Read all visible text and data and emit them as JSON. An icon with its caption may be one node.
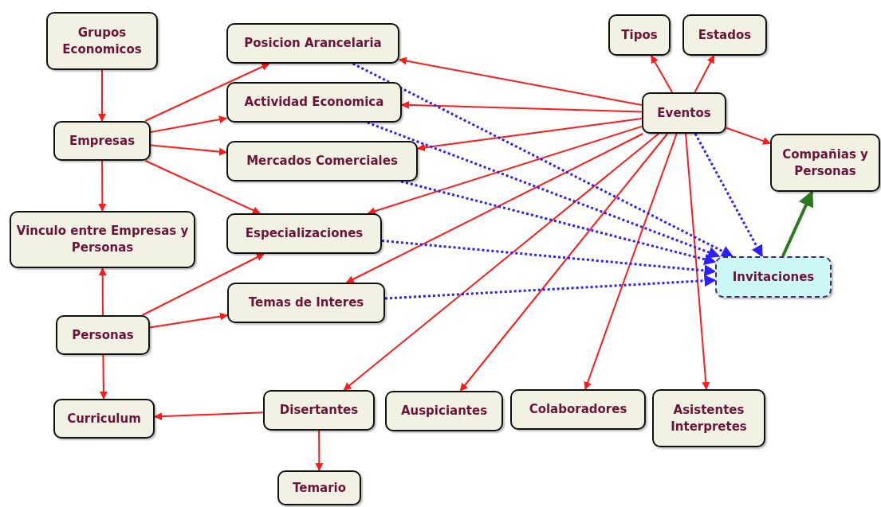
{
  "diagram": {
    "nodes": [
      {
        "text": [
          "Grupos Economicos"
        ]
      },
      {
        "text": [
          "Empresas"
        ]
      },
      {
        "text": [
          "Vinculo entre Empresas y Personas"
        ]
      },
      {
        "text": [
          "Personas"
        ]
      },
      {
        "text": [
          "Curriculum"
        ]
      },
      {
        "text": [
          "Posicion Arancelaria"
        ]
      },
      {
        "text": [
          "Actividad Economica"
        ]
      },
      {
        "text": [
          "Mercados Comerciales"
        ]
      },
      {
        "text": [
          "Especializaciones"
        ]
      },
      {
        "text": [
          "Temas de Interes"
        ]
      },
      {
        "text": [
          "Disertantes"
        ]
      },
      {
        "text": [
          "Temario"
        ]
      },
      {
        "text": [
          "Auspiciantes"
        ]
      },
      {
        "text": [
          "Colaboradores"
        ]
      },
      {
        "text": [
          "Asistentes Interpretes"
        ]
      },
      {
        "text": [
          "Tipos"
        ]
      },
      {
        "text": [
          "Estados"
        ]
      },
      {
        "text": [
          "Eventos"
        ]
      },
      {
        "text": [
          "Compañias y Personas"
        ]
      },
      {
        "text": [
          "Invitaciones"
        ]
      }
    ],
    "edges": [
      {
        "from": 0,
        "to": 1,
        "arrow": "to"
      },
      {
        "from": 1,
        "to": 2,
        "arrow": "to"
      },
      {
        "from": 3,
        "to": 2,
        "arrow": "to"
      },
      {
        "from": 3,
        "to": 4,
        "arrow": "to"
      },
      {
        "from": 1,
        "to": 5,
        "arrow": "to"
      },
      {
        "from": 1,
        "to": 6,
        "arrow": "to"
      },
      {
        "from": 1,
        "to": 7,
        "arrow": "to"
      },
      {
        "from": 1,
        "to": 8,
        "arrow": "to"
      },
      {
        "from": 3,
        "to": 8,
        "arrow": "to"
      },
      {
        "from": 3,
        "to": 9,
        "arrow": "to"
      },
      {
        "from": 10,
        "to": 4,
        "arrow": "to"
      },
      {
        "from": 10,
        "to": 11,
        "arrow": "to"
      },
      {
        "from": 17,
        "to": 15,
        "arrow": "to"
      },
      {
        "from": 17,
        "to": 16,
        "arrow": "to"
      },
      {
        "from": 17,
        "to": 18,
        "arrow": "to"
      },
      {
        "from": 17,
        "to": 5,
        "arrow": "to"
      },
      {
        "from": 17,
        "to": 6,
        "arrow": "to"
      },
      {
        "from": 17,
        "to": 7,
        "arrow": "to"
      },
      {
        "from": 17,
        "to": 8,
        "arrow": "to"
      },
      {
        "from": 17,
        "to": 9,
        "arrow": "to"
      },
      {
        "from": 17,
        "to": 10,
        "arrow": "to"
      },
      {
        "from": 17,
        "to": 12,
        "arrow": "to"
      },
      {
        "from": 17,
        "to": 13,
        "arrow": "to"
      },
      {
        "from": 17,
        "to": 14,
        "arrow": "to"
      },
      {
        "from": 5,
        "to": 19,
        "arrow": "to",
        "style": "dashed",
        "color": "#2b1fff"
      },
      {
        "from": 6,
        "to": 19,
        "arrow": "to",
        "style": "dashed",
        "color": "#2b1fff"
      },
      {
        "from": 7,
        "to": 19,
        "arrow": "to",
        "style": "dashed",
        "color": "#2b1fff"
      },
      {
        "from": 8,
        "to": 19,
        "arrow": "to",
        "style": "dashed",
        "color": "#2b1fff"
      },
      {
        "from": 9,
        "to": 19,
        "arrow": "to",
        "style": "dashed",
        "color": "#2b1fff"
      },
      {
        "from": 17,
        "to": 19,
        "arrow": "to",
        "style": "dashed",
        "color": "#2b1fff"
      },
      {
        "from": 19,
        "to": 18,
        "arrow": "to",
        "style": "thick",
        "color": "#2a7a1e"
      }
    ]
  }
}
